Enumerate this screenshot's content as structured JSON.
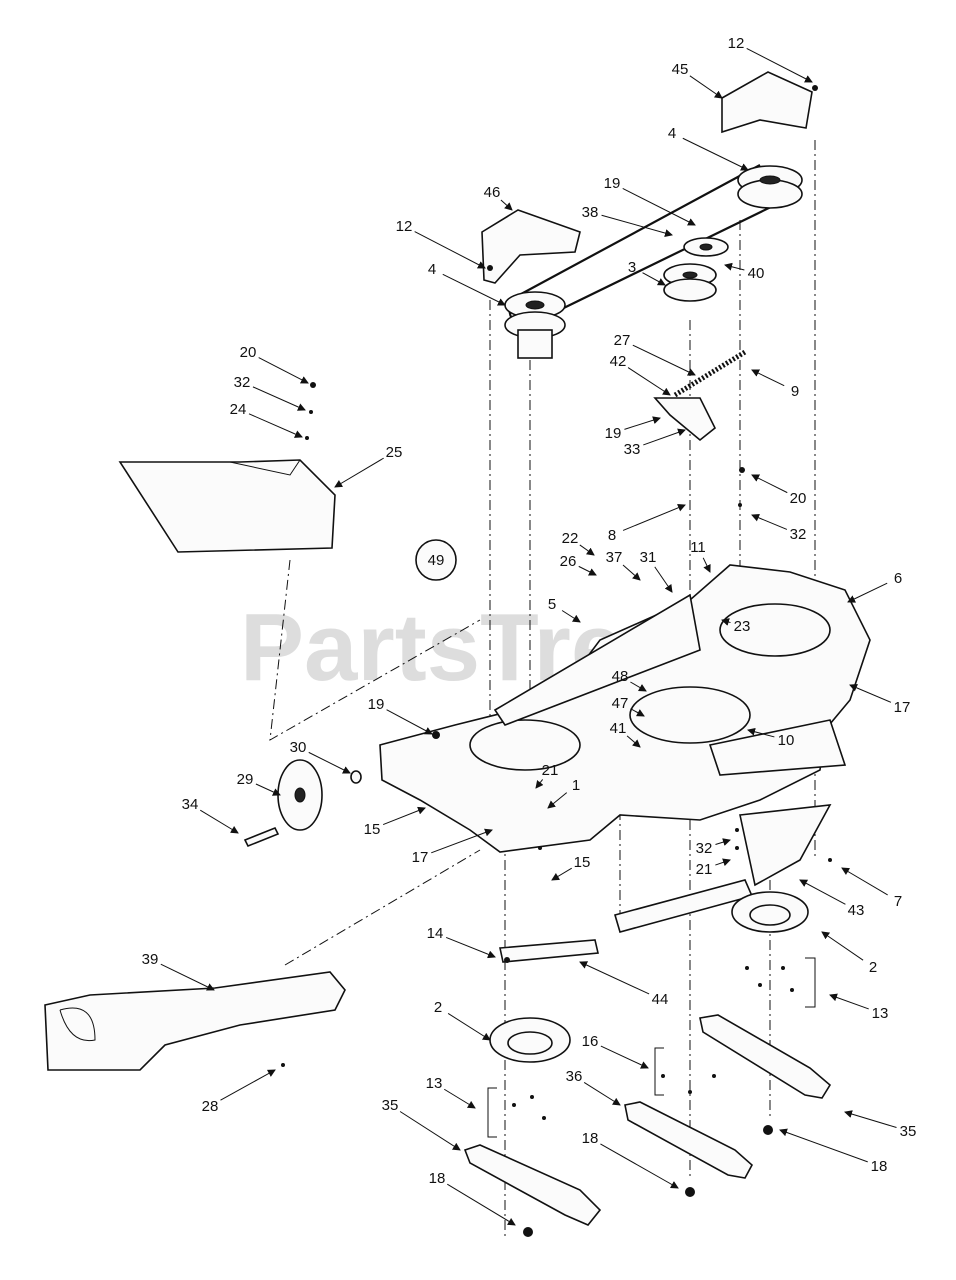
{
  "watermark": "PartsTree",
  "callouts": [
    {
      "text": "12"
    },
    {
      "text": "45"
    },
    {
      "text": "4"
    },
    {
      "text": "19"
    },
    {
      "text": "46"
    },
    {
      "text": "38"
    },
    {
      "text": "12"
    },
    {
      "text": "4"
    },
    {
      "text": "3"
    },
    {
      "text": "40"
    },
    {
      "text": "27"
    },
    {
      "text": "42"
    },
    {
      "text": "9"
    },
    {
      "text": "19"
    },
    {
      "text": "33"
    },
    {
      "text": "20"
    },
    {
      "text": "32"
    },
    {
      "text": "24"
    },
    {
      "text": "25"
    },
    {
      "text": "20"
    },
    {
      "text": "8"
    },
    {
      "text": "32"
    },
    {
      "text": "22"
    },
    {
      "text": "26"
    },
    {
      "text": "37"
    },
    {
      "text": "31"
    },
    {
      "text": "11"
    },
    {
      "text": "49"
    },
    {
      "text": "6"
    },
    {
      "text": "5"
    },
    {
      "text": "23"
    },
    {
      "text": "17"
    },
    {
      "text": "48"
    },
    {
      "text": "47"
    },
    {
      "text": "19"
    },
    {
      "text": "41"
    },
    {
      "text": "10"
    },
    {
      "text": "30"
    },
    {
      "text": "29"
    },
    {
      "text": "21"
    },
    {
      "text": "34"
    },
    {
      "text": "15"
    },
    {
      "text": "1"
    },
    {
      "text": "17"
    },
    {
      "text": "32"
    },
    {
      "text": "15"
    },
    {
      "text": "21"
    },
    {
      "text": "7"
    },
    {
      "text": "43"
    },
    {
      "text": "14"
    },
    {
      "text": "2"
    },
    {
      "text": "39"
    },
    {
      "text": "44"
    },
    {
      "text": "13"
    },
    {
      "text": "2"
    },
    {
      "text": "16"
    },
    {
      "text": "28"
    },
    {
      "text": "13"
    },
    {
      "text": "36"
    },
    {
      "text": "35"
    },
    {
      "text": "35"
    },
    {
      "text": "18"
    },
    {
      "text": "18"
    },
    {
      "text": "18"
    }
  ]
}
